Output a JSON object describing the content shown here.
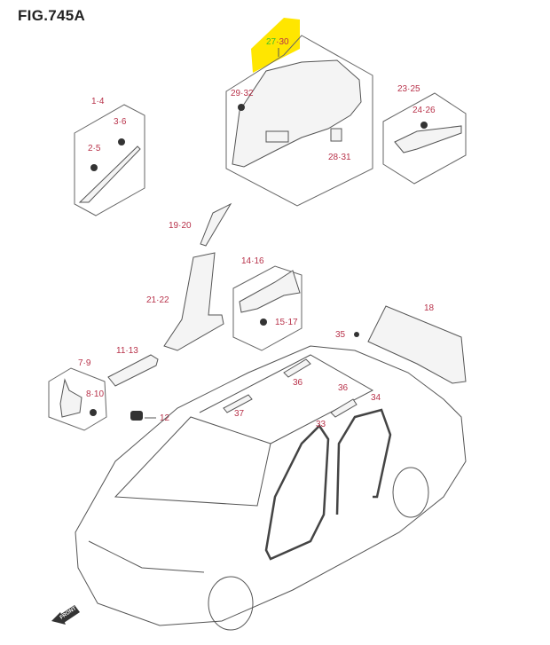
{
  "figure": {
    "title": "FIG.745A"
  },
  "highlight": {
    "color": "#ffe600",
    "label_part1": "27",
    "label_part2": "·30",
    "label_part1_color": "#3bbf2a"
  },
  "labels": {
    "l1_4": "1·4",
    "l3_6": "3·6",
    "l2_5": "2·5",
    "l29_32": "29·32",
    "l28_31": "28·31",
    "l23_25": "23·25",
    "l24_26": "24·26",
    "l19_20": "19·20",
    "l21_22": "21·22",
    "l14_16": "14·16",
    "l15_17": "15·17",
    "l18": "18",
    "l35": "35",
    "l11_13": "11·13",
    "l7_9": "7·9",
    "l8_10": "8·10",
    "l12": "12",
    "l36a": "36",
    "l36b": "36",
    "l37": "37",
    "l33": "33",
    "l34": "34"
  },
  "label_color": "#b8324a",
  "front_marker": {
    "icon": "front-arrow-icon",
    "text": "FRONT"
  }
}
